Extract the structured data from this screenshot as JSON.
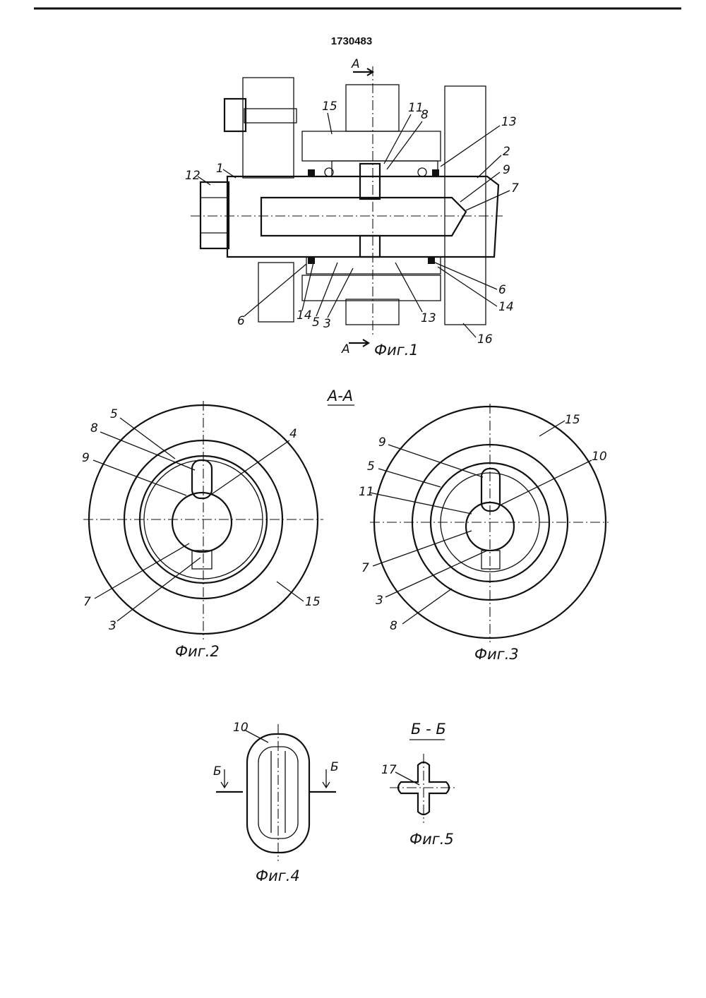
{
  "patent_number": "1730483",
  "section_label": "А-А",
  "fig1": {
    "caption": "Фиг.1",
    "section_mark": "А",
    "parts": [
      "1",
      "2",
      "3",
      "5",
      "6",
      "6",
      "7",
      "8",
      "9",
      "11",
      "12",
      "13",
      "13",
      "14",
      "14",
      "15",
      "16"
    ]
  },
  "fig2": {
    "caption": "Фиг.2",
    "parts": [
      "3",
      "4",
      "5",
      "7",
      "8",
      "9",
      "15"
    ]
  },
  "fig3": {
    "caption": "Фиг.3",
    "parts": [
      "3",
      "5",
      "7",
      "8",
      "9",
      "10",
      "11",
      "15"
    ]
  },
  "fig4": {
    "caption": "Фиг.4",
    "part": "10",
    "section_mark": "Б"
  },
  "fig5": {
    "caption": "Фиг.5",
    "section_label": "Б - Б",
    "part": "17"
  }
}
